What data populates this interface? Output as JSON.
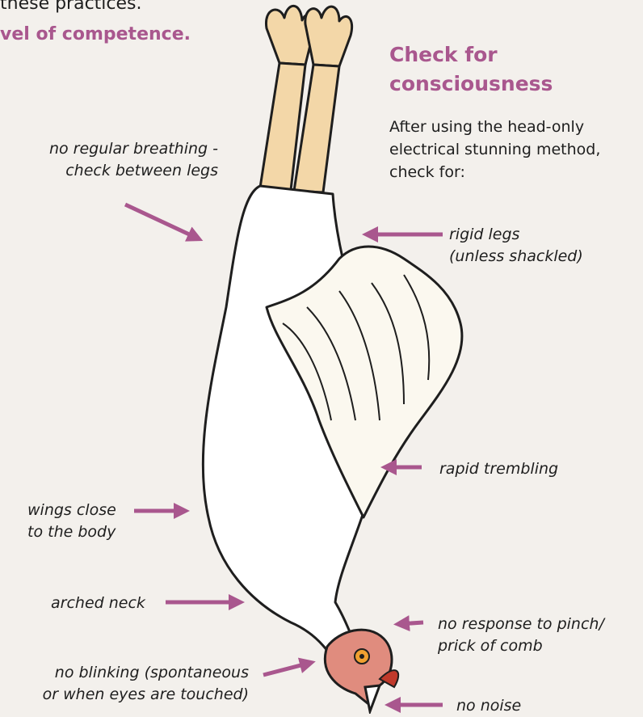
{
  "intro_top": "these practices.",
  "intro_competence": "vel of competence.",
  "heading": "Check for consciousness",
  "intro_text": "After using the head-only electrical stunning method, check for:",
  "labels": {
    "breathing": "no regular breathing -\ncheck between legs",
    "legs": "rigid legs\n(unless shackled)",
    "trembling": "rapid trembling",
    "wings": "wings close\nto the body",
    "neck": "arched neck",
    "pinch": "no response to pinch/\nprick of comb",
    "blinking": "no blinking (spontaneous\nor when eyes are touched)",
    "noise": "no noise"
  },
  "colors": {
    "accent": "#a9578e",
    "arrow": "#a9578e",
    "background": "#f3f0ec",
    "text": "#1e1e1e"
  }
}
